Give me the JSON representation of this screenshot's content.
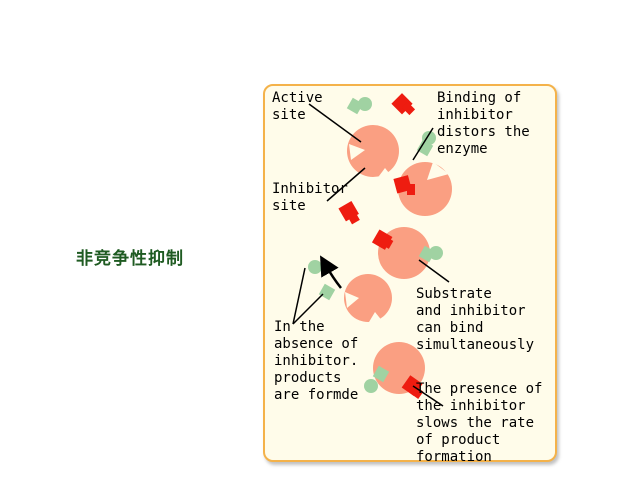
{
  "slide_title": "非竞争性抑制",
  "labels": {
    "active_site": "Active\nsite",
    "binding_of_inhibitor": "Binding of\ninhibitor\ndistors the\nenzyme",
    "inhibitor_site": "Inhibitor\nsite",
    "substrate_and_inhibitor": "Substrate\nand inhibitor\ncan bind\nsimultaneously",
    "absence_of_inhibitor": "In the\nabsence of\ninhibitor.\nproducts\nare formde",
    "presence_of_inhibitor": "The presence of\nthe inhibitor\nslows the rate\nof product\nformation"
  },
  "colors": {
    "enzyme": "#fa9f82",
    "inhibitor": "#ee1c10",
    "substrate": "#a0d2a2",
    "panel_border": "#f4b24a",
    "panel_fill": "#fffcea",
    "title": "#1f5b22"
  }
}
